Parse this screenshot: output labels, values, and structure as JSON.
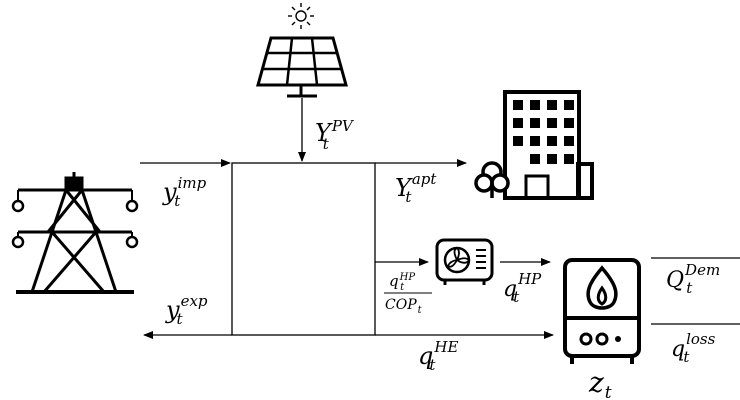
{
  "labels": {
    "pv": {
      "base": "Y",
      "sub": "t",
      "sup": "PV"
    },
    "imp": {
      "base": "y",
      "sub": "t",
      "sup": "imp"
    },
    "exp": {
      "base": "y",
      "sub": "t",
      "sup": "exp"
    },
    "apt": {
      "base": "Y",
      "sub": "t",
      "sup": "apt"
    },
    "hp_in": {
      "num_base": "q",
      "num_sub": "t",
      "num_sup": "HP",
      "den_base": "COP",
      "den_sub": "t"
    },
    "hp_out": {
      "base": "q",
      "sub": "t",
      "sup": "HP"
    },
    "he": {
      "base": "q",
      "sub": "t",
      "sup": "HE"
    },
    "dem": {
      "base": "Q",
      "sub": "t",
      "sup": "Dem"
    },
    "loss": {
      "base": "q",
      "sub": "t",
      "sup": "loss"
    },
    "z": {
      "base": "z",
      "sub": "t"
    }
  },
  "icons": [
    "sun-icon",
    "solar-panel-icon",
    "transmission-tower-icon",
    "apartment-building-icon",
    "heat-pump-icon",
    "boiler-icon"
  ]
}
